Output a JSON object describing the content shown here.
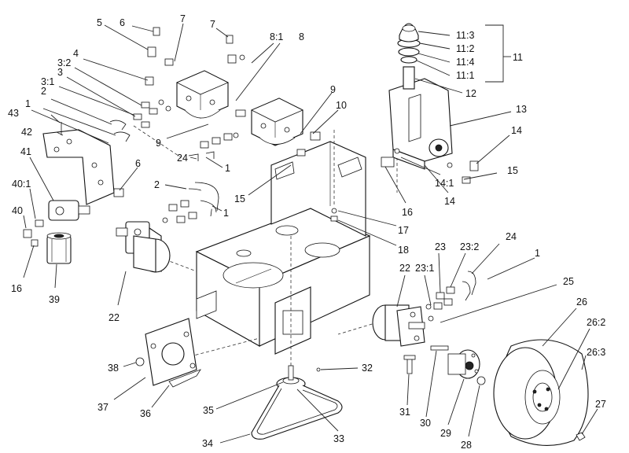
{
  "diagram": {
    "callouts": {
      "c1a": "1",
      "c1b": "1",
      "c1c": "1",
      "c1d": "1",
      "c2a": "2",
      "c2b": "2",
      "c3": "3",
      "c3_1": "3:1",
      "c3_2": "3:2",
      "c4": "4",
      "c5": "5",
      "c6a": "6",
      "c6b": "6",
      "c7a": "7",
      "c7b": "7",
      "c8": "8",
      "c8_1": "8:1",
      "c9a": "9",
      "c9b": "9",
      "c10": "10",
      "c11": "11",
      "c11_1": "11:1",
      "c11_2": "11:2",
      "c11_3": "11:3",
      "c11_4": "11:4",
      "c12": "12",
      "c13": "13",
      "c14a": "14",
      "c14b": "14",
      "c14_1": "14:1",
      "c15a": "15",
      "c15b": "15",
      "c16a": "16",
      "c16b": "16",
      "c17": "17",
      "c18": "18",
      "c22a": "22",
      "c22b": "22",
      "c23": "23",
      "c23_1": "23:1",
      "c23_2": "23:2",
      "c24a": "24",
      "c24b": "24",
      "c25": "25",
      "c26": "26",
      "c26_2": "26:2",
      "c26_3": "26:3",
      "c27": "27",
      "c28": "28",
      "c29": "29",
      "c30": "30",
      "c31": "31",
      "c32": "32",
      "c33": "33",
      "c34": "34",
      "c35": "35",
      "c36": "36",
      "c37": "37",
      "c38": "38",
      "c39": "39",
      "c40": "40",
      "c40_1": "40:1",
      "c41": "41",
      "c42": "42",
      "c43": "43"
    }
  }
}
